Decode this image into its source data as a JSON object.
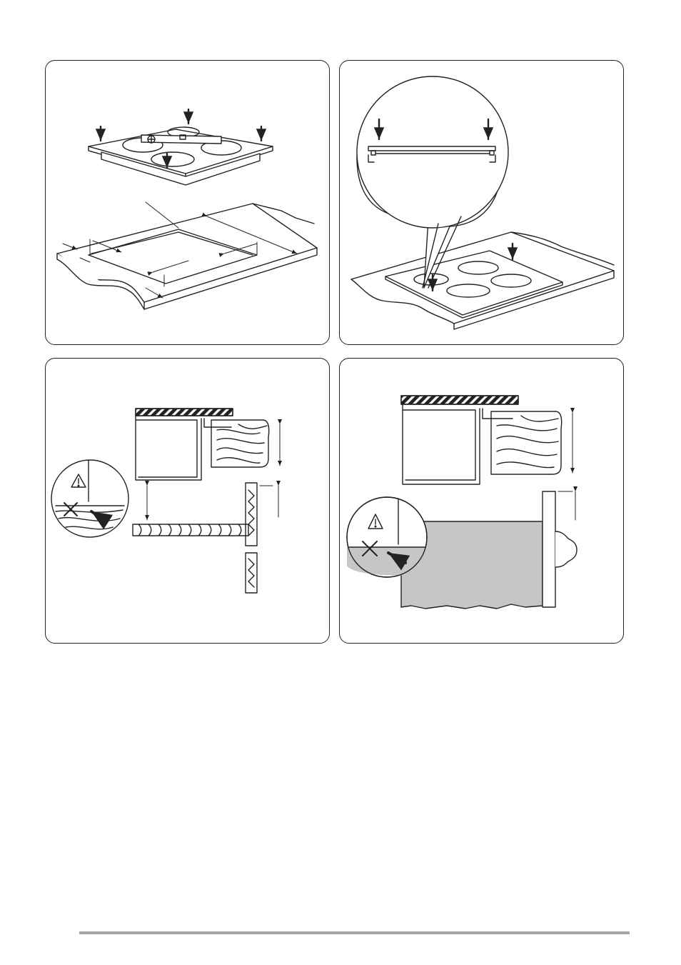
{
  "figures": [
    {
      "id": "fig-level-hob",
      "subject": "hob-on-top-of-cutout"
    },
    {
      "id": "fig-seal-detail",
      "subject": "hob-installed-in-worktop"
    },
    {
      "id": "fig-clearance-shelf",
      "subject": "clearance-below-hob-shelf"
    },
    {
      "id": "fig-clearance-drawer",
      "subject": "clearance-below-hob-drawer"
    }
  ],
  "icons": {
    "warning": "warning-triangle-icon",
    "prohibited": "cross-icon",
    "arrow": "arrow-icon"
  },
  "colors": {
    "line": "#222222",
    "drawer_fill": "#c6c6c6",
    "footer_rule": "#a6a6a6"
  }
}
